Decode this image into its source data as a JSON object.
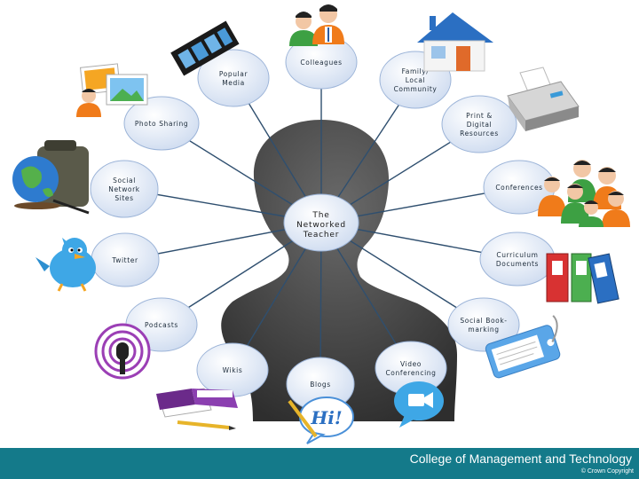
{
  "center": {
    "lines": [
      "The",
      "Networked",
      "Teacher"
    ]
  },
  "nodes": [
    {
      "id": "colleagues",
      "lines": [
        "Colleagues"
      ]
    },
    {
      "id": "family",
      "lines": [
        "Family/",
        "Local",
        "Community"
      ]
    },
    {
      "id": "print",
      "lines": [
        "Print &",
        "Digital",
        "Resources"
      ]
    },
    {
      "id": "conferences",
      "lines": [
        "Conferences"
      ]
    },
    {
      "id": "curriculum",
      "lines": [
        "Curriculum",
        "Documents"
      ]
    },
    {
      "id": "bookmarking",
      "lines": [
        "Social Book-",
        "marking"
      ]
    },
    {
      "id": "video",
      "lines": [
        "Video",
        "Conferencing"
      ]
    },
    {
      "id": "blogs",
      "lines": [
        "Blogs"
      ]
    },
    {
      "id": "wikis",
      "lines": [
        "Wikis"
      ]
    },
    {
      "id": "podcasts",
      "lines": [
        "Podcasts"
      ]
    },
    {
      "id": "twitter",
      "lines": [
        "Twitter"
      ]
    },
    {
      "id": "social-network",
      "lines": [
        "Social",
        "Network",
        "Sites"
      ]
    },
    {
      "id": "photo-sharing",
      "lines": [
        "Photo Sharing"
      ]
    },
    {
      "id": "popular-media",
      "lines": [
        "Popular",
        "Media"
      ]
    }
  ],
  "icons": {
    "hi_bubble": "Hi!"
  },
  "footer": {
    "title": "College of Management and Technology",
    "copyright": "© Crown Copyright"
  },
  "colors": {
    "node_fill": "#dde8f7",
    "node_stroke": "#9cb4d8",
    "connector": "#2f4f6f",
    "silhouette": "#3a3a3a",
    "footer_bg": "#147a8a"
  }
}
